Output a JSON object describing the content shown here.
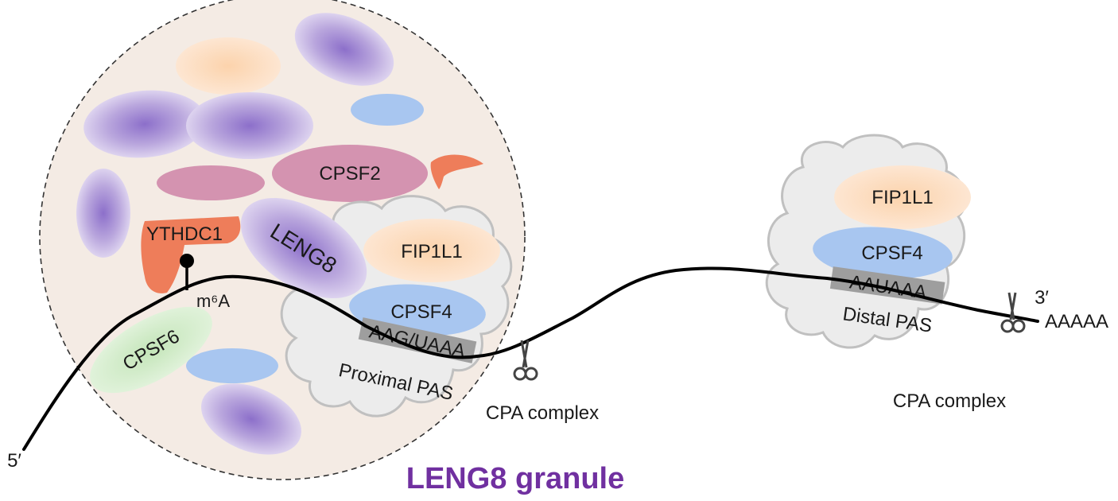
{
  "colors": {
    "purple": "#b7a3da",
    "purple_deep": "#9a82cf",
    "pink": "#d493b0",
    "peach": "#fbd6b3",
    "blue": "#a8c6f0",
    "green": "#c8e7bf",
    "orange": "#ee7d5a",
    "granule_bg": "#f4ebe4",
    "cloud": "#ececec",
    "cloud_stroke": "#bdbdbd",
    "pas_box": "#9e9e9e",
    "title": "#7030a0"
  },
  "granule": {
    "title": "LENG8 granule",
    "labels": {
      "cpsf2": "CPSF2",
      "ythdc1": "YTHDC1",
      "leng8": "LENG8",
      "cpsf6": "CPSF6",
      "m6a": "m⁶A"
    }
  },
  "proximal": {
    "fip1l1": "FIP1L1",
    "cpsf4": "CPSF4",
    "signal": "AAG/UAAA",
    "pas_label": "Proximal PAS",
    "complex_label": "CPA complex"
  },
  "distal": {
    "fip1l1": "FIP1L1",
    "cpsf4": "CPSF4",
    "signal": "AAUAAA",
    "pas_label": "Distal PAS",
    "complex_label": "CPA complex"
  },
  "rna": {
    "five_prime": "5′",
    "three_prime": "3′",
    "poly_a": "AAAAA"
  }
}
